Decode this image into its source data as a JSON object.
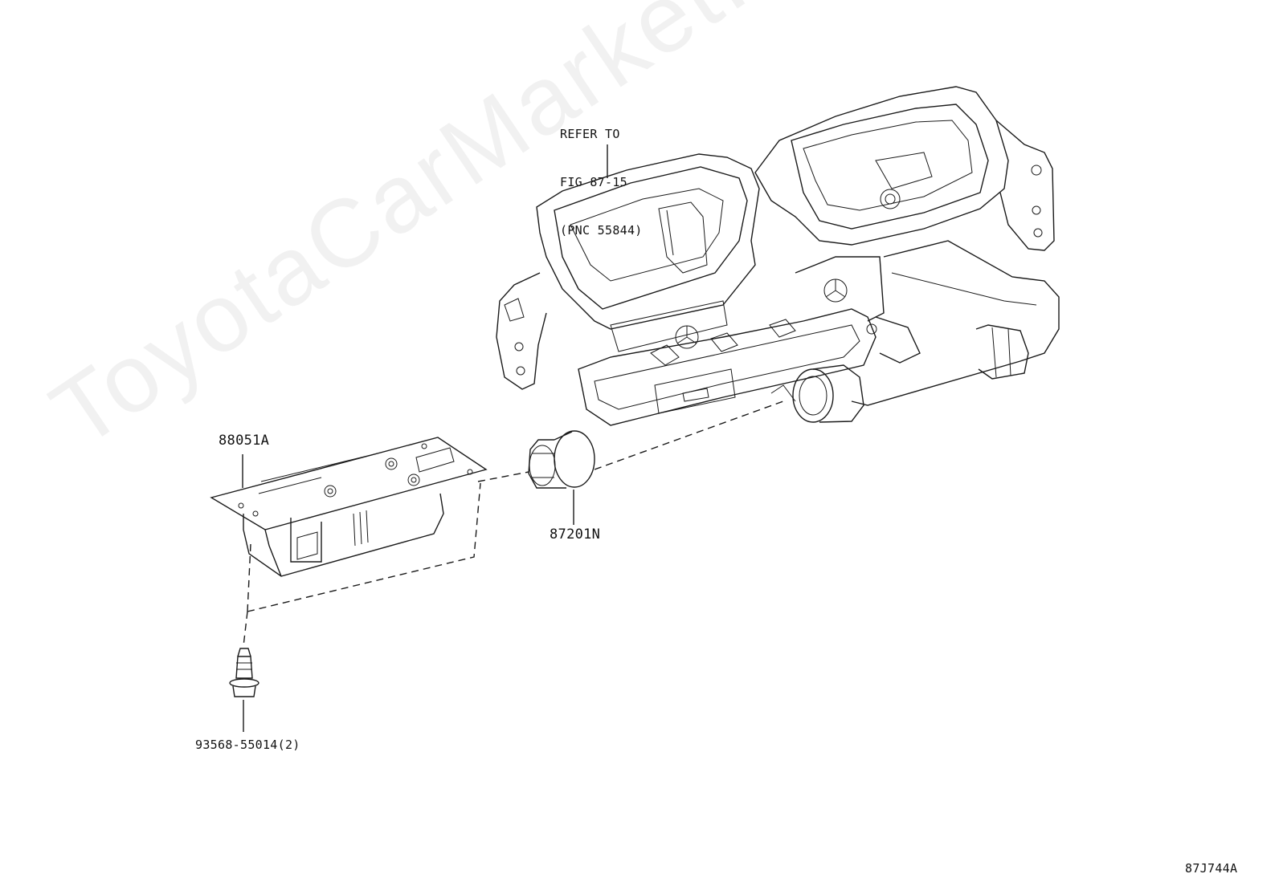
{
  "diagram": {
    "reference_note": [
      "REFER TO",
      "FIG 87-15",
      "(PNC 55844)"
    ],
    "parts": {
      "module": "88051A",
      "connector": "87201N",
      "screw": "93568-55014(2)"
    },
    "figure_code": "87J744A",
    "watermark": "ToyotaCarMarket.ru"
  }
}
